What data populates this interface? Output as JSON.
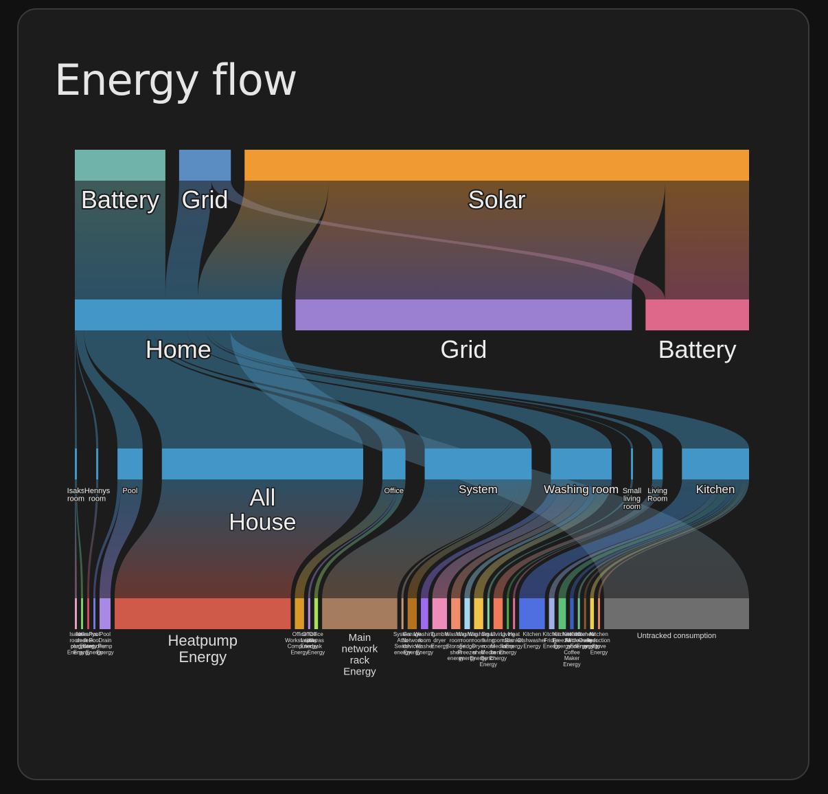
{
  "card": {
    "title": "Energy flow"
  },
  "chart_data": {
    "type": "sankey",
    "title": "Energy flow",
    "levels": [
      [
        {
          "id": "src_battery",
          "label": "Battery",
          "value": 14,
          "color": "#6fb3ab"
        },
        {
          "id": "src_grid",
          "label": "Grid",
          "value": 8,
          "color": "#5b8dc3"
        },
        {
          "id": "src_solar",
          "label": "Solar",
          "value": 78,
          "color": "#f09a34"
        }
      ],
      [
        {
          "id": "home",
          "label": "Home",
          "value": 32,
          "color": "#4297c8"
        },
        {
          "id": "grid_out",
          "label": "Grid",
          "value": 52,
          "color": "#9b7fd1"
        },
        {
          "id": "battery_in",
          "label": "Battery",
          "value": 16,
          "color": "#de688a"
        }
      ],
      [
        {
          "id": "isaks_room",
          "label": "Isaks room",
          "value": 0.1,
          "color": "#4297c8"
        },
        {
          "id": "hennys_room",
          "label": "Hennys room",
          "value": 0.1,
          "color": "#4297c8"
        },
        {
          "id": "pool",
          "label": "Pool",
          "value": 1.2,
          "color": "#4297c8"
        },
        {
          "id": "all_house",
          "label": "All House",
          "value": 9.6,
          "color": "#4297c8"
        },
        {
          "id": "office",
          "label": "Office",
          "value": 1.1,
          "color": "#4297c8"
        },
        {
          "id": "system",
          "label": "System",
          "value": 5.1,
          "color": "#4297c8"
        },
        {
          "id": "washing_room",
          "label": "Washing room",
          "value": 2.9,
          "color": "#4297c8"
        },
        {
          "id": "small_living_room",
          "label": "Small living room",
          "value": 0.1,
          "color": "#4297c8"
        },
        {
          "id": "living_room",
          "label": "Living Room",
          "value": 0.5,
          "color": "#4297c8"
        },
        {
          "id": "kitchen",
          "label": "Kitchen",
          "value": 3.2,
          "color": "#4297c8"
        }
      ],
      [
        {
          "id": "d1",
          "label": "Isaks room plug Energy",
          "value": 0.1,
          "color": "#e59ec1"
        },
        {
          "id": "d2",
          "label": "Isaks desk computer Energy",
          "value": 0.1,
          "color": "#7ed36a"
        },
        {
          "id": "d3",
          "label": "Hennys desk Energy",
          "value": 0.1,
          "color": "#d0485b"
        },
        {
          "id": "d4",
          "label": "Pool Pool Controller Energy",
          "value": 0.1,
          "color": "#6e7be0"
        },
        {
          "id": "d5",
          "label": "Pool Drain Pump Energy",
          "value": 0.6,
          "color": "#a889e6"
        },
        {
          "id": "d6",
          "label": "Heatpump Energy",
          "value": 9.6,
          "color": "#d05a4a"
        },
        {
          "id": "d7",
          "label": "Office Workstation Computer Energy",
          "value": 0.5,
          "color": "#d99a2a"
        },
        {
          "id": "d8",
          "label": "Office Laptop Energy",
          "value": 0.1,
          "color": "#b88ae8"
        },
        {
          "id": "d9",
          "label": "Office Klaras desk Energy",
          "value": 0.2,
          "color": "#a8e05a"
        },
        {
          "id": "d10",
          "label": "Main network rack Energy",
          "value": 4.1,
          "color": "#a67c5e"
        },
        {
          "id": "d11",
          "label": "System Attic Switch energy",
          "value": 0.1,
          "color": "#c49a7a"
        },
        {
          "id": "d12",
          "label": "Garage Network devices Energy",
          "value": 0.5,
          "color": "#b5731f"
        },
        {
          "id": "d13",
          "label": "Washing room Washer Energy",
          "value": 0.4,
          "color": "#9f6cf0"
        },
        {
          "id": "d14",
          "label": "Tumble dryer Energy",
          "value": 0.8,
          "color": "#ee8db8"
        },
        {
          "id": "d15",
          "label": "Washing room Storage shelf energy",
          "value": 0.5,
          "color": "#f08c6e"
        },
        {
          "id": "d16",
          "label": "Washing room Fridge Freezer energy",
          "value": 0.3,
          "color": "#a4d8f2"
        },
        {
          "id": "d17",
          "label": "Washing room Dryer shelf Energy",
          "value": 0.5,
          "color": "#f2c34a"
        },
        {
          "id": "d18",
          "label": "Small living room Media Bench Energy",
          "value": 0.1,
          "color": "#7ed6aa"
        },
        {
          "id": "d19",
          "label": "Living room Media bench Energy",
          "value": 0.5,
          "color": "#f07a5a"
        },
        {
          "id": "d20",
          "label": "Living room lamp Energy",
          "value": 0.1,
          "color": "#4fae4f"
        },
        {
          "id": "d21",
          "label": "Heat Blanket Energy",
          "value": 0.1,
          "color": "#e2709a"
        },
        {
          "id": "d22",
          "label": "Kitchen Dishwasher Energy",
          "value": 1.4,
          "color": "#4f6ee0"
        },
        {
          "id": "d23",
          "label": "Kitchen Fridge Energy",
          "value": 0.3,
          "color": "#a0b0e8"
        },
        {
          "id": "d24",
          "label": "Kitchen Freezer Energy",
          "value": 0.4,
          "color": "#5ec07a"
        },
        {
          "id": "d25",
          "label": "Kitchen Kettle and Coffee Maker Energy",
          "value": 0.2,
          "color": "#3a5fbf"
        },
        {
          "id": "d26",
          "label": "Kitchen Microwave Energy",
          "value": 0.1,
          "color": "#73c2a0"
        },
        {
          "id": "d27",
          "label": "Kitchen Oven Energy",
          "value": 0.1,
          "color": "#8a5a30"
        },
        {
          "id": "d28",
          "label": "Air fryer energy",
          "value": 0.2,
          "color": "#f0d050"
        },
        {
          "id": "d29",
          "label": "Kitchen Induction Stove Energy",
          "value": 0.1,
          "color": "#e8835a"
        },
        {
          "id": "d30",
          "label": "Untracked consumption",
          "value": 7.9,
          "color": "#6e6e6e"
        }
      ]
    ],
    "links": [
      {
        "source": "src_battery",
        "target": "home",
        "value": 14
      },
      {
        "source": "src_grid",
        "target": "home",
        "value": 5
      },
      {
        "source": "src_grid",
        "target": "battery_in",
        "value": 3
      },
      {
        "source": "src_solar",
        "target": "home",
        "value": 13
      },
      {
        "source": "src_solar",
        "target": "grid_out",
        "value": 52
      },
      {
        "source": "src_solar",
        "target": "battery_in",
        "value": 13
      },
      {
        "source": "home",
        "target": "isaks_room",
        "value": 0.1
      },
      {
        "source": "home",
        "target": "hennys_room",
        "value": 0.1
      },
      {
        "source": "home",
        "target": "pool",
        "value": 1.2
      },
      {
        "source": "home",
        "target": "all_house",
        "value": 9.6
      },
      {
        "source": "home",
        "target": "office",
        "value": 1.1
      },
      {
        "source": "home",
        "target": "system",
        "value": 5.1
      },
      {
        "source": "home",
        "target": "washing_room",
        "value": 2.9
      },
      {
        "source": "home",
        "target": "small_living_room",
        "value": 0.1
      },
      {
        "source": "home",
        "target": "living_room",
        "value": 0.5
      },
      {
        "source": "home",
        "target": "kitchen",
        "value": 3.2
      },
      {
        "source": "home",
        "target": "d30",
        "value": 7.9
      },
      {
        "source": "isaks_room",
        "target": "d1",
        "value": 0.05
      },
      {
        "source": "isaks_room",
        "target": "d2",
        "value": 0.05
      },
      {
        "source": "hennys_room",
        "target": "d3",
        "value": 0.1
      },
      {
        "source": "pool",
        "target": "d4",
        "value": 0.1
      },
      {
        "source": "pool",
        "target": "d5",
        "value": 0.6
      },
      {
        "source": "all_house",
        "target": "d6",
        "value": 9.6
      },
      {
        "source": "office",
        "target": "d7",
        "value": 0.5
      },
      {
        "source": "office",
        "target": "d8",
        "value": 0.1
      },
      {
        "source": "office",
        "target": "d9",
        "value": 0.2
      },
      {
        "source": "system",
        "target": "d10",
        "value": 4.1
      },
      {
        "source": "system",
        "target": "d11",
        "value": 0.1
      },
      {
        "source": "system",
        "target": "d12",
        "value": 0.5
      },
      {
        "source": "washing_room",
        "target": "d13",
        "value": 0.4
      },
      {
        "source": "washing_room",
        "target": "d14",
        "value": 0.8
      },
      {
        "source": "washing_room",
        "target": "d15",
        "value": 0.5
      },
      {
        "source": "washing_room",
        "target": "d16",
        "value": 0.3
      },
      {
        "source": "washing_room",
        "target": "d17",
        "value": 0.5
      },
      {
        "source": "small_living_room",
        "target": "d18",
        "value": 0.1
      },
      {
        "source": "living_room",
        "target": "d19",
        "value": 0.5
      },
      {
        "source": "living_room",
        "target": "d20",
        "value": 0.05
      },
      {
        "source": "living_room",
        "target": "d21",
        "value": 0.05
      },
      {
        "source": "kitchen",
        "target": "d22",
        "value": 1.4
      },
      {
        "source": "kitchen",
        "target": "d23",
        "value": 0.3
      },
      {
        "source": "kitchen",
        "target": "d24",
        "value": 0.4
      },
      {
        "source": "kitchen",
        "target": "d25",
        "value": 0.2
      },
      {
        "source": "kitchen",
        "target": "d26",
        "value": 0.1
      },
      {
        "source": "kitchen",
        "target": "d27",
        "value": 0.1
      },
      {
        "source": "kitchen",
        "target": "d28",
        "value": 0.2
      },
      {
        "source": "kitchen",
        "target": "d29",
        "value": 0.1
      }
    ]
  }
}
